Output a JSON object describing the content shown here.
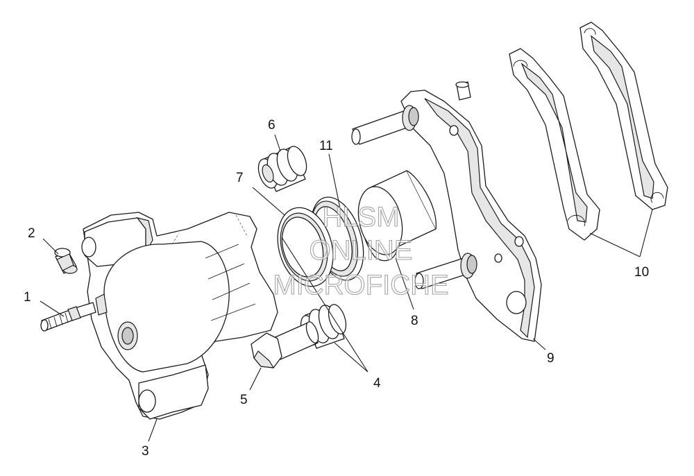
{
  "callouts": {
    "c1": "1",
    "c2": "2",
    "c3": "3",
    "c4": "4",
    "c5": "5",
    "c6": "6",
    "c7": "7",
    "c8": "8",
    "c9": "9",
    "c10": "10",
    "c11": "11"
  },
  "watermark": {
    "line1": "HLSM",
    "line2": "ONLINE",
    "line3": "MICROFICHE"
  }
}
